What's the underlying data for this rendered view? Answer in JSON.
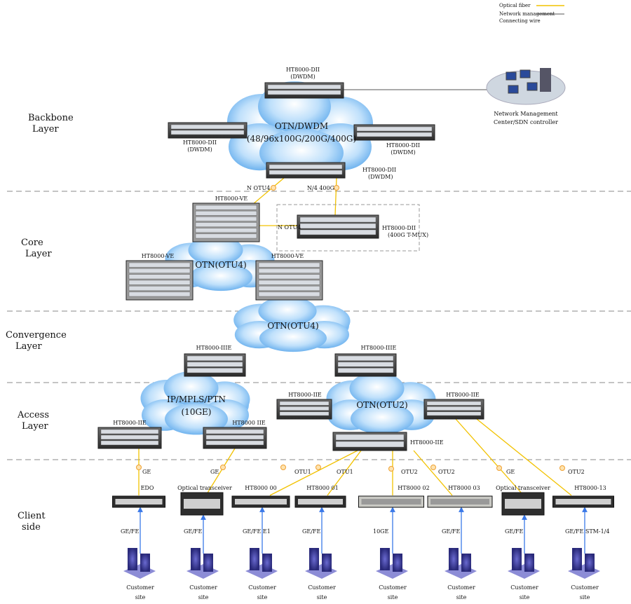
{
  "legend": {
    "optical_fiber": "Optical fiber",
    "network_management_1": "Network management",
    "network_management_2": "Connecting wire",
    "colors": {
      "optical_fiber": "#f2c200",
      "management": "#555555",
      "client_link": "#3a78e8"
    }
  },
  "layers": [
    {
      "line1": "Backbone",
      "line2": "Layer"
    },
    {
      "line1": "Core",
      "line2": "Layer"
    },
    {
      "line1": "Convergence",
      "line2": "Layer"
    },
    {
      "line1": "Access",
      "line2": "Layer"
    },
    {
      "line1": "Client",
      "line2": "side"
    }
  ],
  "nms": {
    "line1": "Network Management",
    "line2": "Center/SDN controller"
  },
  "clouds": [
    {
      "line1": "OTN/DWDM",
      "line2": "(48/96x100G/200G/400G)"
    },
    {
      "line1": "OTN(OTU4)",
      "line2": ""
    },
    {
      "line1": "OTN(OTU4)",
      "line2": ""
    },
    {
      "line1": "IP/MPLS/PTN",
      "line2": "(10GE)"
    },
    {
      "line1": "OTN(OTU2)",
      "line2": ""
    }
  ],
  "devices": [
    {
      "line1": "HT8000-DII",
      "line2": "(DWDM)"
    },
    {
      "line1": "HT8000-DII",
      "line2": "(DWDM)"
    },
    {
      "line1": "HT8000-DII",
      "line2": "(DWDM)"
    },
    {
      "line1": "HT8000-DII",
      "line2": "(DWDM)"
    },
    {
      "line1": "HT8000-VE",
      "line2": ""
    },
    {
      "line1": "HT8000-DII",
      "line2": "(400G T-MUX)"
    },
    {
      "line1": "HT8000-VE",
      "line2": ""
    },
    {
      "line1": "HT8000-VE",
      "line2": ""
    },
    {
      "line1": "HT8000-IIIE",
      "line2": ""
    },
    {
      "line1": "HT8000-IIIE",
      "line2": ""
    },
    {
      "line1": "HT8000-IIE",
      "line2": ""
    },
    {
      "line1": "HT8000 IIE",
      "line2": ""
    },
    {
      "line1": "HT8000-IIE",
      "line2": ""
    },
    {
      "line1": "HT8000-IIE",
      "line2": ""
    },
    {
      "line1": "HT8000-IIE",
      "line2": ""
    }
  ],
  "link_labels": [
    "N OTU4",
    "N/4 400G",
    "N OTU4"
  ],
  "clients": [
    {
      "device": "EDO",
      "uplink": "GE",
      "service": "GE/FE",
      "site1": "Customer",
      "site2": "site"
    },
    {
      "device": "Optical transceiver",
      "uplink": "GE",
      "service": "GE/FE",
      "site1": "Customer",
      "site2": "site"
    },
    {
      "device": "HT8000 00",
      "uplink": "OTU1",
      "service": "GE/FE  E1",
      "site1": "Customer",
      "site2": "site"
    },
    {
      "device": "HT8000 01",
      "uplink": "OTU1",
      "service": "GE/FE",
      "site1": "Customer",
      "site2": "site"
    },
    {
      "device": "HT8000 02",
      "uplink": "OTU2",
      "service": "10GE",
      "site1": "Customer",
      "site2": "site"
    },
    {
      "device": "HT8000 03",
      "uplink": "OTU2",
      "service": "GE/FE",
      "site1": "Customer",
      "site2": "site"
    },
    {
      "device": "Optical transceiver",
      "uplink": "GE",
      "service": "GE/FE",
      "site1": "Customer",
      "site2": "site"
    },
    {
      "device": "HT8000-13",
      "uplink": "OTU2",
      "service": "GE/FE  STM-1/4",
      "site1": "Customer",
      "site2": "site"
    }
  ]
}
